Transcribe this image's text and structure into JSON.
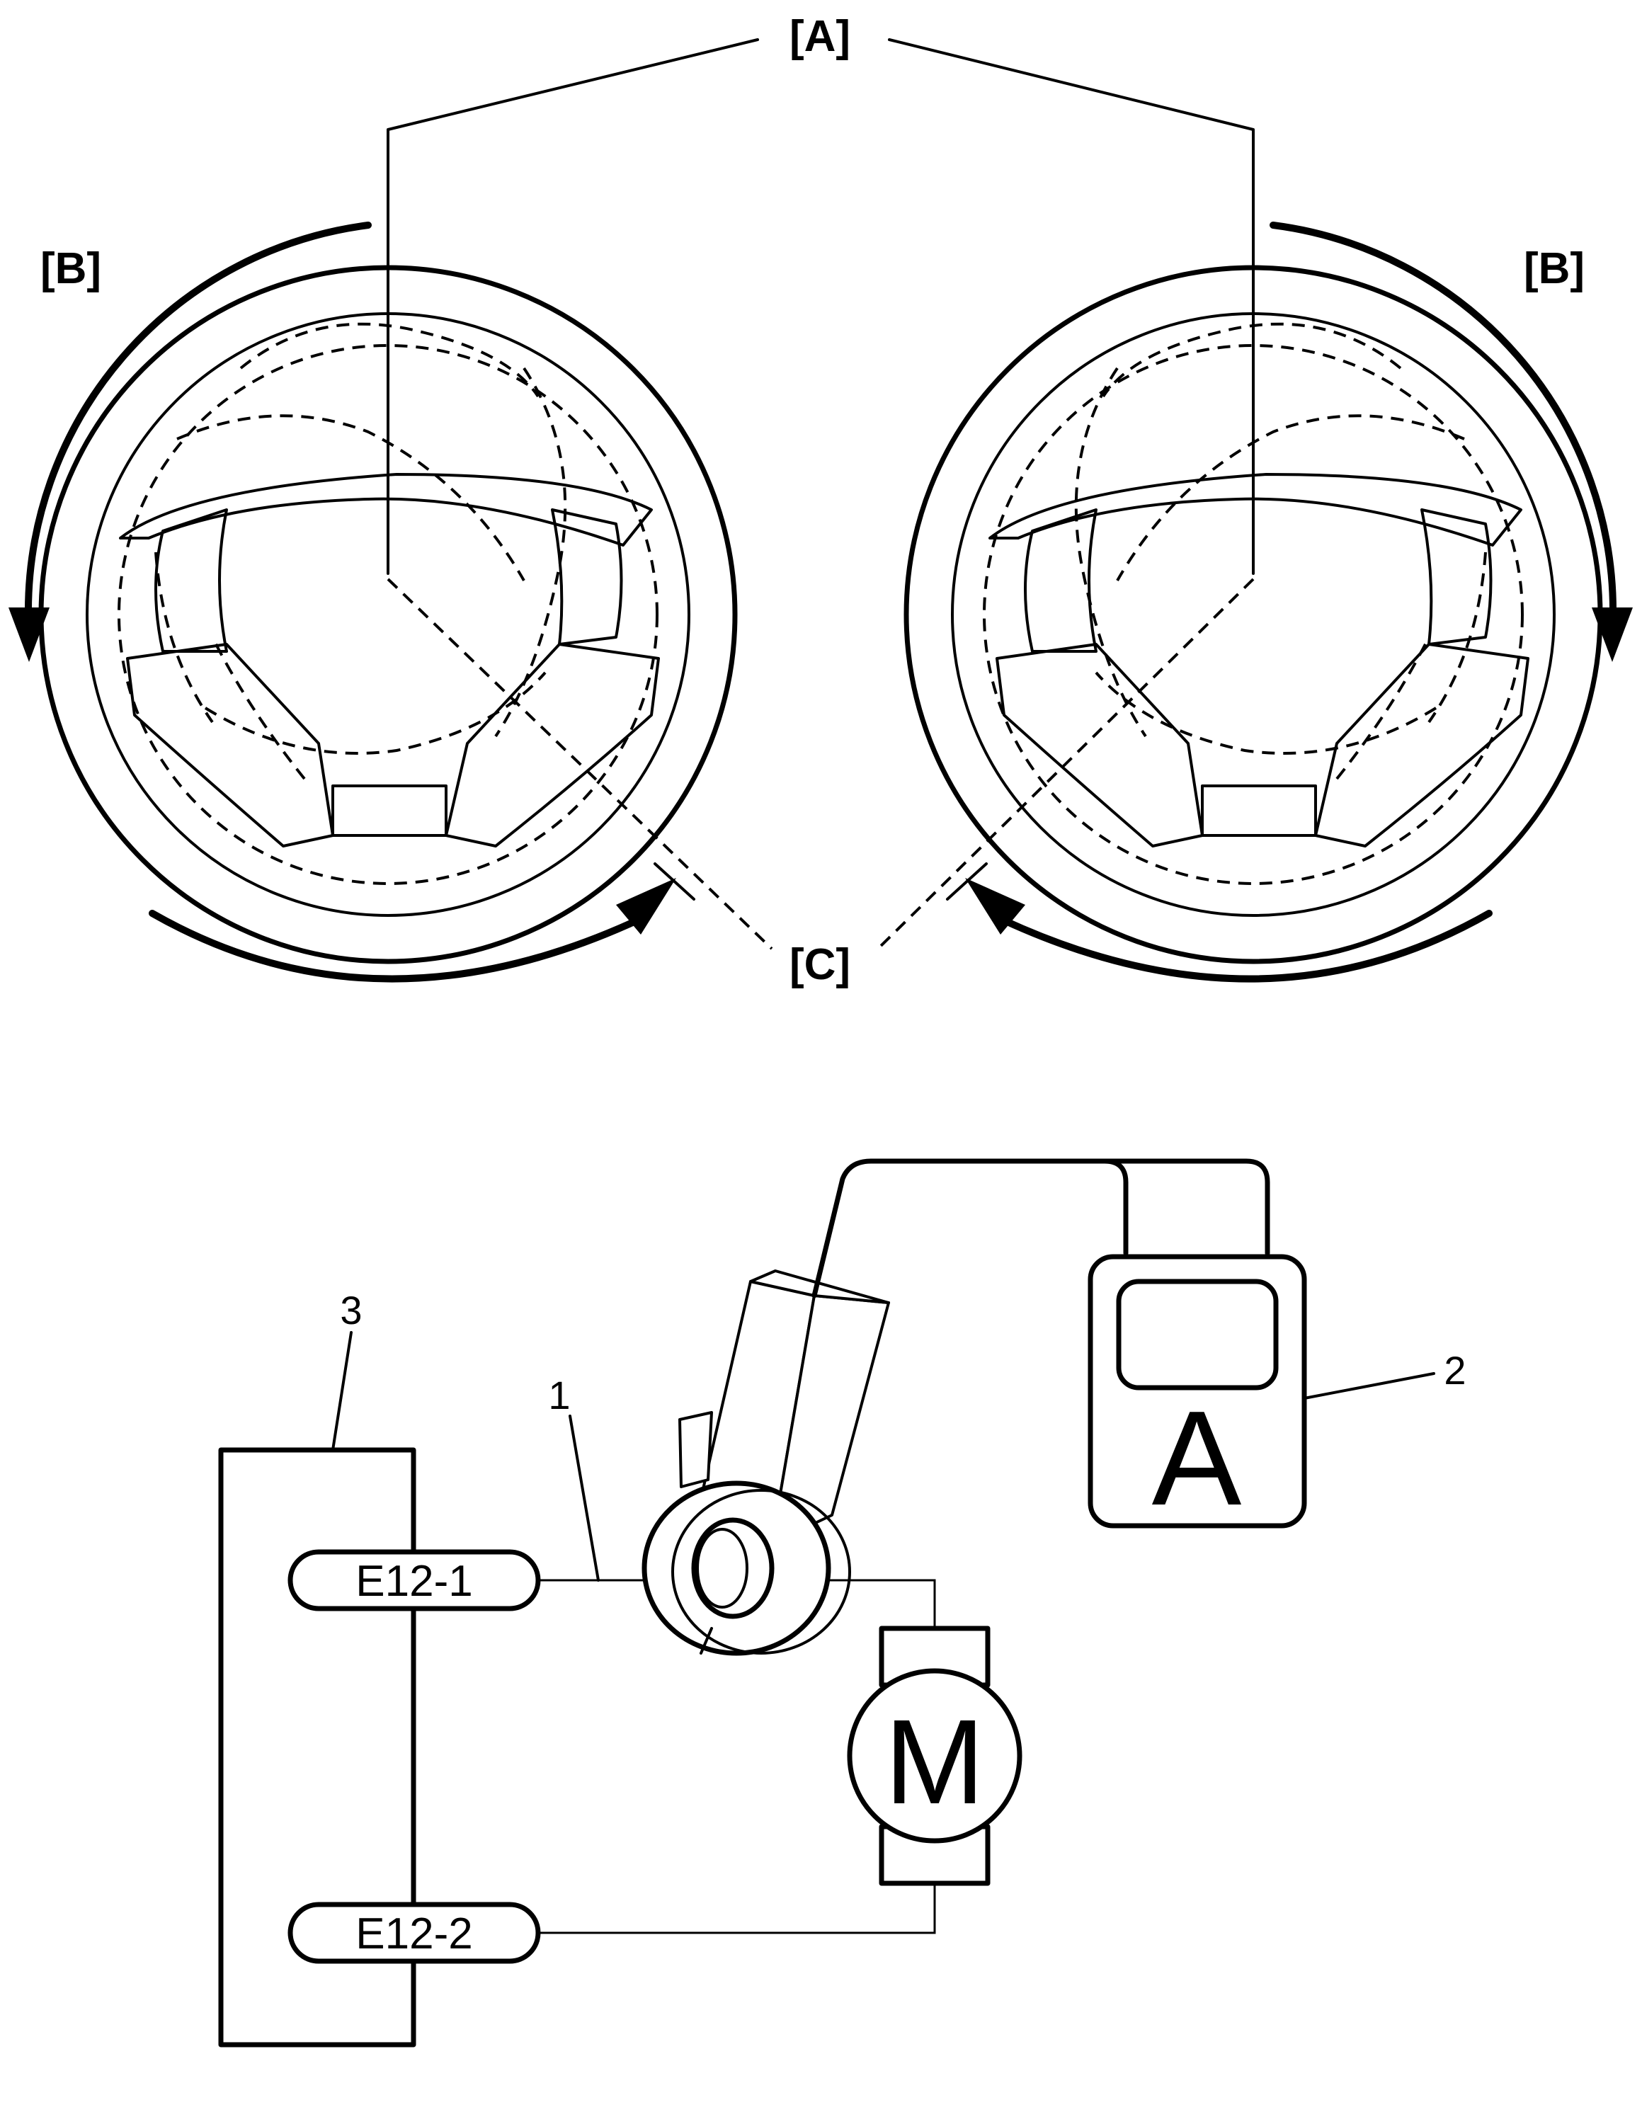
{
  "labels": {
    "A": "[A]",
    "B_left": "[B]",
    "B_right": "[B]",
    "C": "[C]"
  },
  "callouts": {
    "item1": "1",
    "item2": "2",
    "item3": "3"
  },
  "terminals": {
    "e12_1": "E12-1",
    "e12_2": "E12-2"
  },
  "motor_symbol": "M",
  "tester_symbol": "A"
}
